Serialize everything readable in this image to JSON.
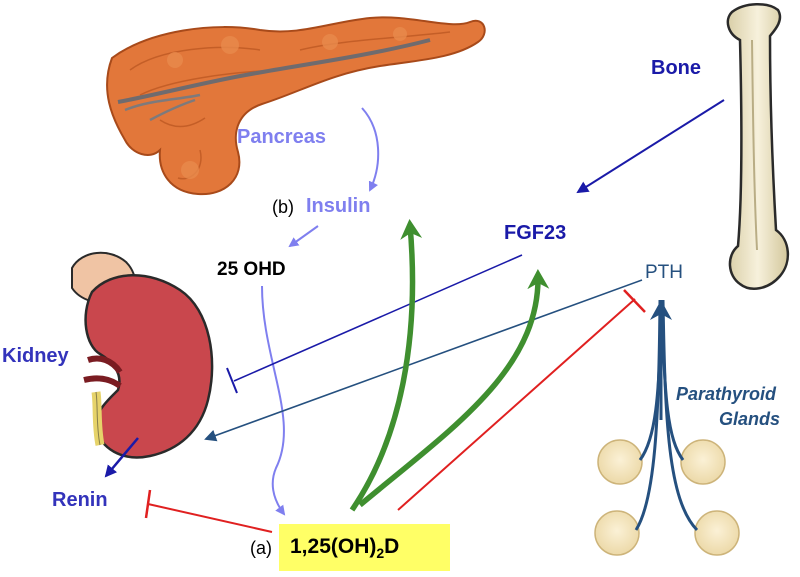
{
  "labels": {
    "bone": "Bone",
    "pancreas": "Pancreas",
    "insulin_marker": "(b)",
    "insulin": "Insulin",
    "fgf23": "FGF23",
    "ohd25": "25 OHD",
    "pth": "PTH",
    "kidney": "Kidney",
    "parathyroid_line1": "Parathyroid",
    "parathyroid_line2": "Glands",
    "renin": "Renin",
    "vitd_marker": "(a)",
    "vitd_main": "1,25(OH)",
    "vitd_sub": "2",
    "vitd_end": "D"
  },
  "colors": {
    "pancreas_label": "#7f7fef",
    "navy": "#1a1aa8",
    "pth_blue": "#25507f",
    "green": "#3f8f2f",
    "red": "#e02020",
    "formula_bg": "#ffff66"
  }
}
